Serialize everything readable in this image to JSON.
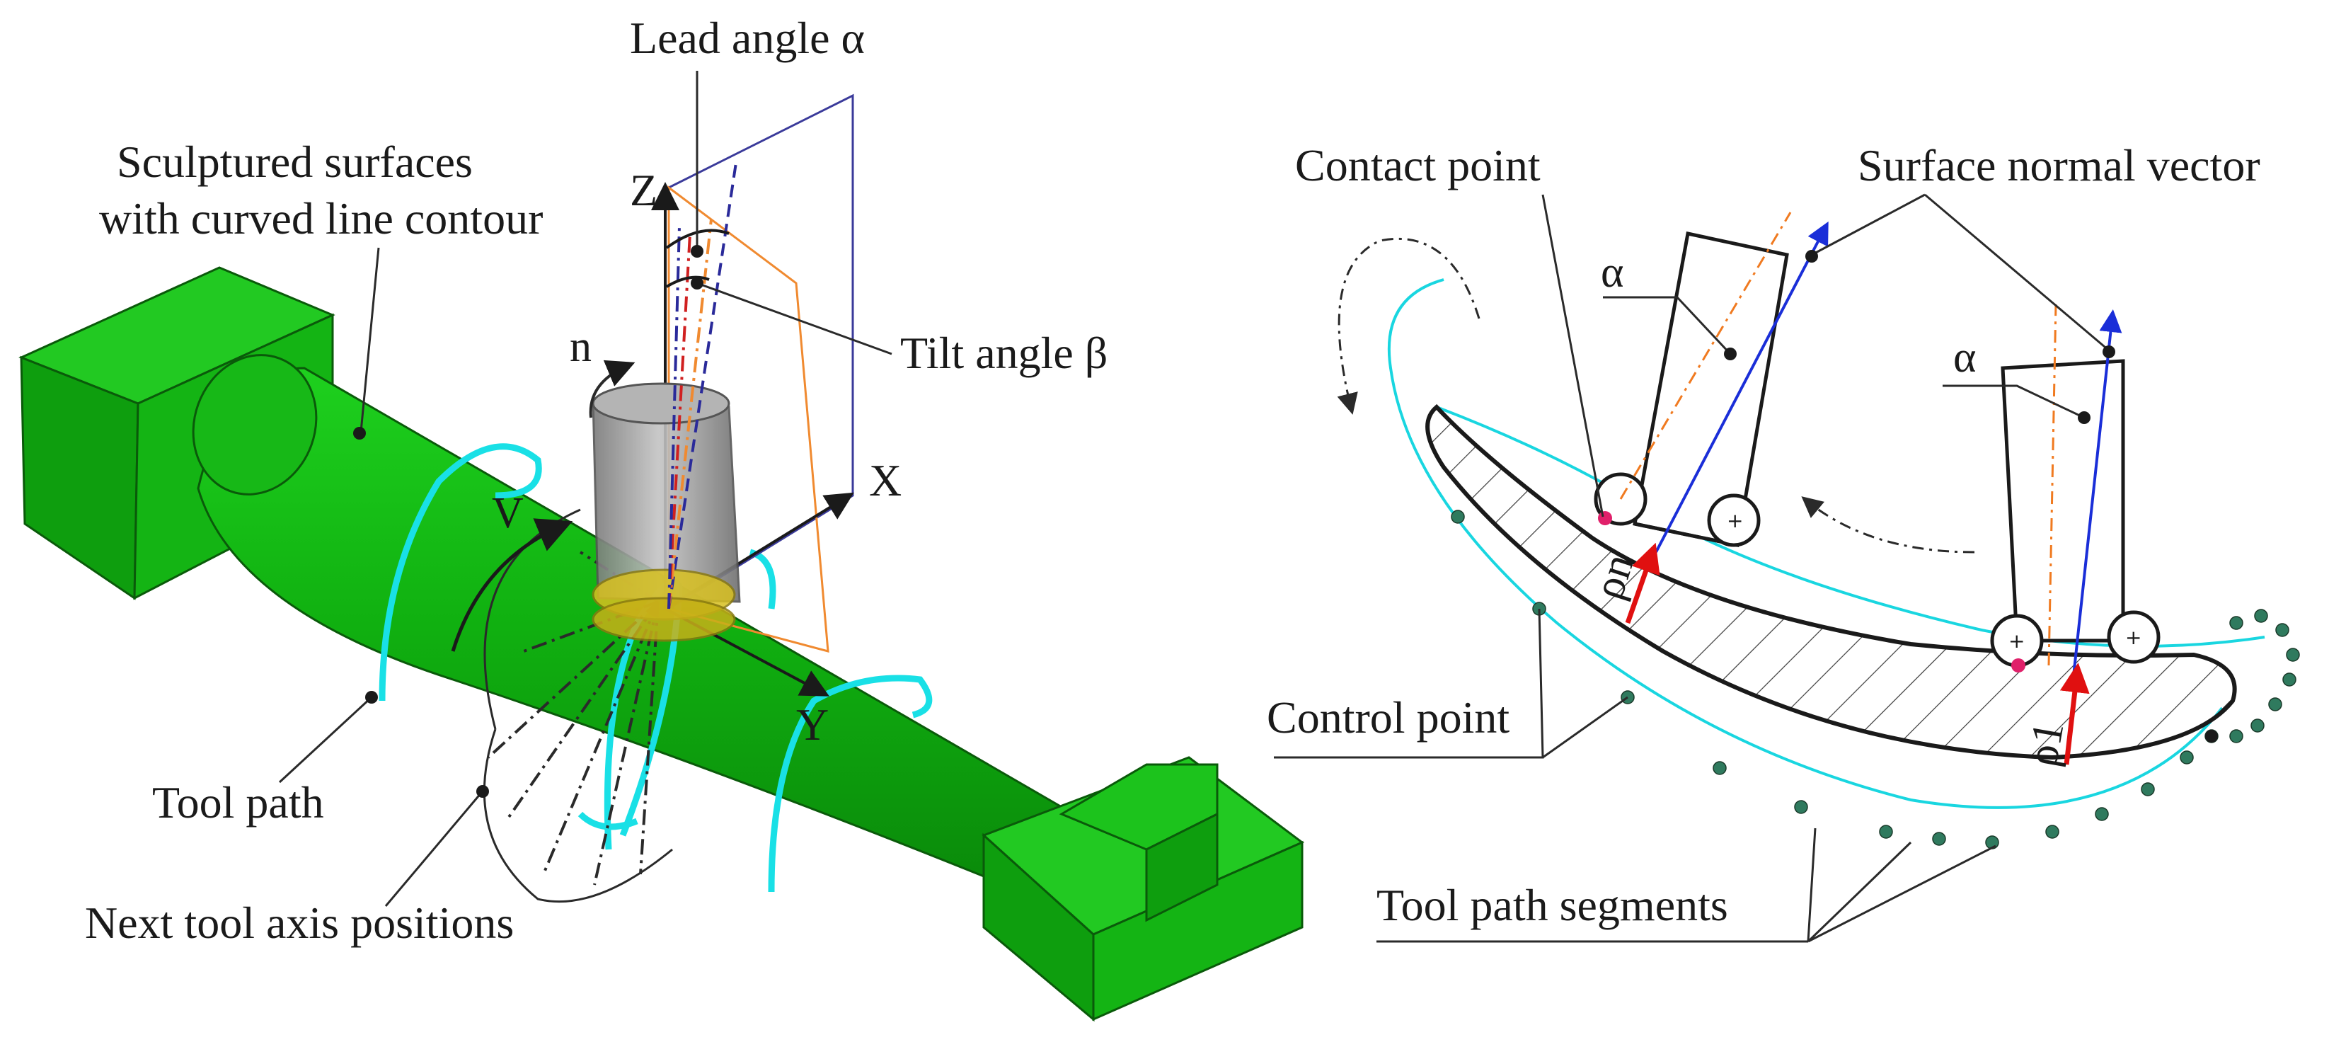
{
  "left_panel": {
    "labels": {
      "lead_angle": "Lead angle α",
      "sculptured_line1": "Sculptured surfaces",
      "sculptured_line2": "with curved line contour",
      "tilt_angle": "Tilt angle β",
      "tool_path": "Tool path",
      "next_tool_axis": "Next tool axis positions"
    },
    "axes": {
      "z": "Z",
      "x": "X",
      "y": "Y"
    },
    "symbols": {
      "spindle_speed": "n",
      "feed": "V"
    },
    "colors": {
      "workpiece": "#11b511",
      "workpiece_dark": "#0a8a0a",
      "tool_path": "#19e0e6",
      "tool_body": "#9a9a9a",
      "tool_tip": "#d8c020",
      "plane_blue": "#3a3a9a",
      "plane_orange": "#f08a30"
    }
  },
  "right_panel": {
    "labels": {
      "contact_point": "Contact point",
      "surface_normal": "Surface normal vector",
      "control_point": "Control point",
      "tool_path_segments": "Tool path segments"
    },
    "symbols": {
      "alpha_left": "α",
      "alpha_right": "α",
      "rho_n": "ρn",
      "rho_1": "ρ1"
    },
    "colors": {
      "offset_path": "#19d6e0",
      "control_points": "#2f7a5e",
      "contact_point": "#e0206a",
      "normal_vector": "#1a2ed8",
      "curvature_vector": "#e01010",
      "tool_axis": "#f07a20"
    }
  }
}
